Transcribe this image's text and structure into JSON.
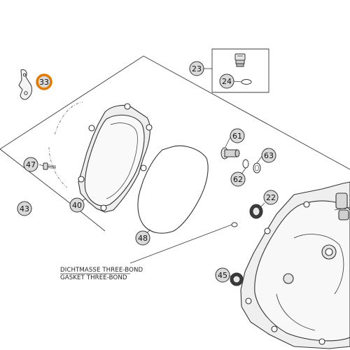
{
  "callouts": {
    "c33": "33",
    "c23": "23",
    "c24": "24",
    "c61": "61",
    "c63": "63",
    "c62": "62",
    "c47": "47",
    "c40": "40",
    "c43": "43",
    "c48": "48",
    "c22": "22",
    "c45": "45"
  },
  "notes": {
    "line1": "DICHTMASSE THREE-BOND",
    "line2": "GASKET THREE-BOND"
  },
  "colors": {
    "highlight": "#e07a00",
    "line": "#3a3a3a",
    "callout_fill": "#d9d9d9"
  }
}
